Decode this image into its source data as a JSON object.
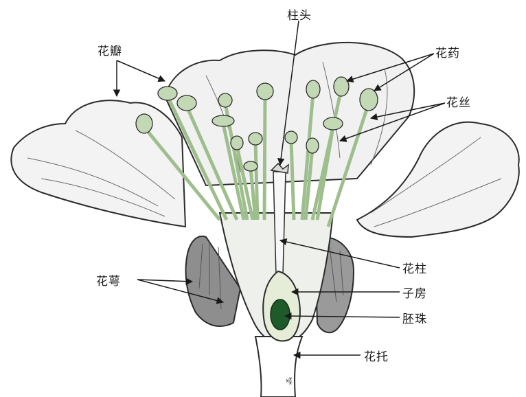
{
  "labels": {
    "stigma": "柱头",
    "petal": "花瓣",
    "anther": "花药",
    "filament": "花丝",
    "style": "花柱",
    "ovary": "子房",
    "ovule": "胚珠",
    "sepal": "花萼",
    "receptacle": "花托"
  },
  "colors": {
    "outline": "#2b2b2b",
    "petal_fill": "#f3f3f3",
    "stamen_green": "#c3d9b6",
    "sepal_gray": "#8e8e8e",
    "ovule_green": "#1f5a2a"
  }
}
